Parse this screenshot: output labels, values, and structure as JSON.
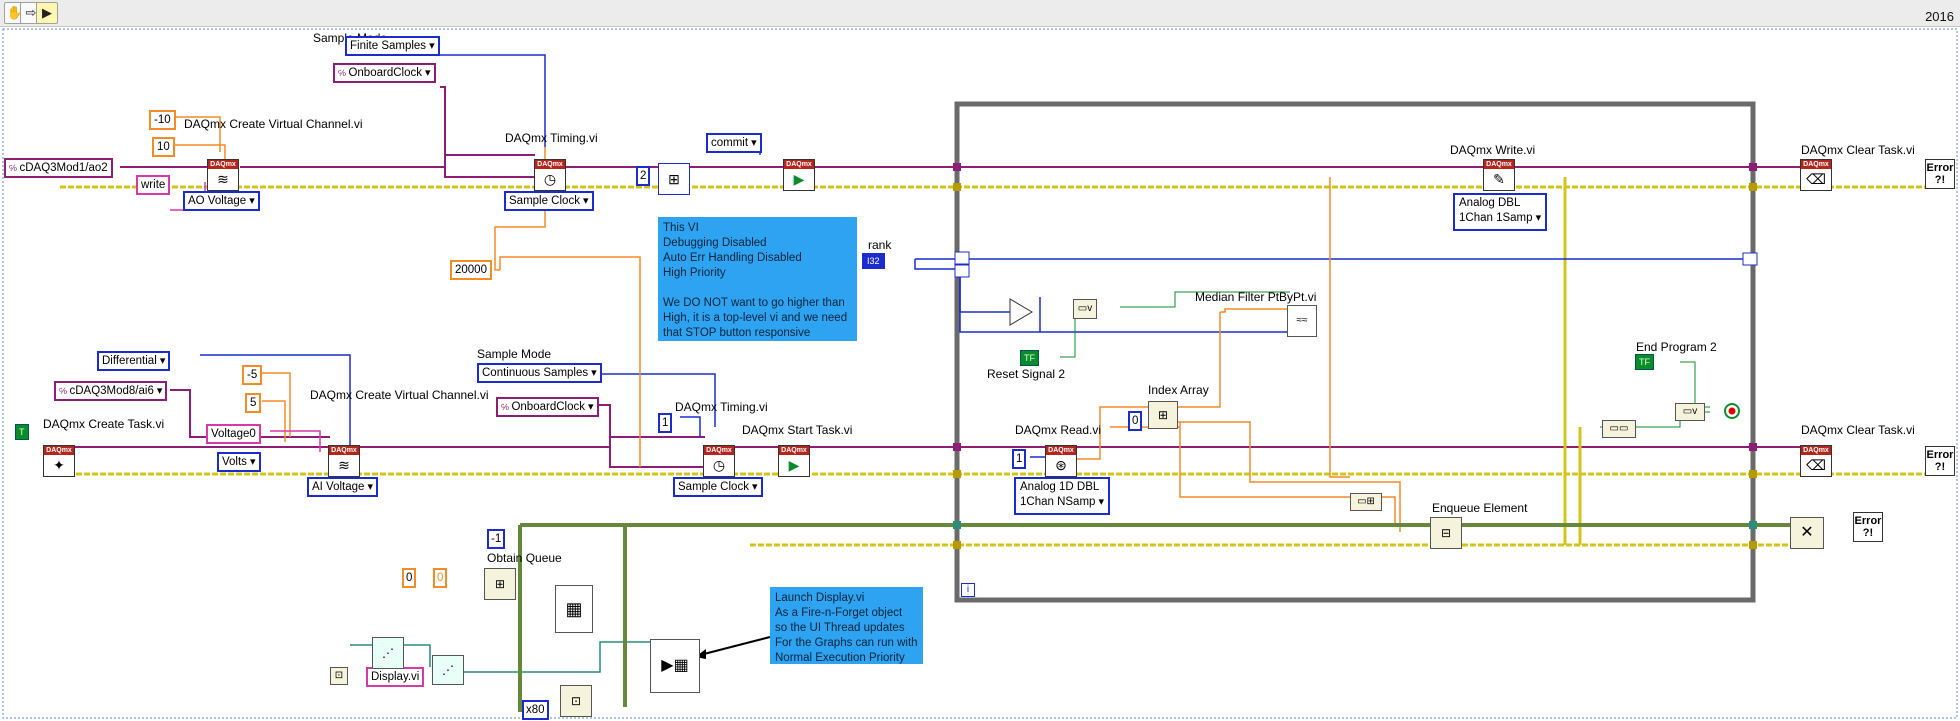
{
  "toolbar": {
    "tools": [
      "hand-icon",
      "arrow-icon",
      "step-icon"
    ],
    "version": "2016"
  },
  "comments": {
    "settings": "This VI\nDebugging Disabled\nAuto Err Handling Disabled\nHigh Priority\n\nWe DO NOT want to go higher than High, it is a top-level vi and we need  that STOP button responsive",
    "launch": "Launch Display.vi\nAs a Fire-n-Forget object\nso the UI Thread updates\nFor the Graphs can run with\nNormal Execution Priority"
  },
  "labels": {
    "sample_mode_top": "Sample Mode",
    "create_vc_top": "DAQmx Create Virtual Channel.vi",
    "timing_top": "DAQmx Timing.vi",
    "write": "DAQmx Write.vi",
    "clear_top": "DAQmx Clear Task.vi",
    "rank": "rank",
    "median": "Median Filter PtByPt.vi",
    "reset": "Reset Signal 2",
    "end_program": "End Program 2",
    "sample_mode_bottom": "Sample Mode",
    "create_vc_bottom": "DAQmx Create Virtual Channel.vi",
    "create_task": "DAQmx Create Task.vi",
    "timing_bottom": "DAQmx Timing.vi",
    "start_task": "DAQmx Start Task.vi",
    "read": "DAQmx Read.vi",
    "index_array": "Index Array",
    "clear_bottom": "DAQmx Clear Task.vi",
    "enqueue": "Enqueue Element",
    "obtain_queue": "Obtain Queue",
    "loop_iteration": "i"
  },
  "constants": {
    "finite_samples": "Finite Samples",
    "onboard_clock_top": "OnboardClock",
    "neg10": "-10",
    "pos10": "10",
    "ao2": "cDAQ3Mod1/ao2",
    "write": "write",
    "ao_voltage": "AO Voltage",
    "sample_clock_top": "Sample Clock",
    "two": "2",
    "commit": "commit",
    "rate": "20000",
    "analog_dbl_1chan_1samp": "Analog DBL\n1Chan 1Samp",
    "differential": "Differential",
    "ai6": "cDAQ3Mod8/ai6",
    "neg5": "-5",
    "pos5": "5",
    "voltage0": "Voltage0",
    "volts": "Volts",
    "ai_voltage": "AI Voltage",
    "continuous_samples": "Continuous Samples",
    "onboard_clock_bottom": "OnboardClock",
    "one_timing": "1",
    "sample_clock_bottom": "Sample Clock",
    "one_read": "1",
    "analog_1d_dbl_1chan_nsamp": "Analog 1D DBL\n1Chan NSamp",
    "zero_index": "0",
    "neg1": "-1",
    "zero_a": "0",
    "zero_b": "0",
    "display_vi": "Display.vi",
    "x80": "x80",
    "task_const": "T",
    "i32": "I32",
    "tf": "TF"
  },
  "colors": {
    "error_wire": "#d4c41a",
    "task_wire": "#8c1e78",
    "dbl_wire": "#f28c28",
    "i32_wire": "#1c2ccc",
    "bool_wire": "#0b8c2b",
    "ref_wire": "#2a8c7a",
    "loop_border": "#6a6a6a",
    "comment_bg": "#2ea3f2"
  }
}
